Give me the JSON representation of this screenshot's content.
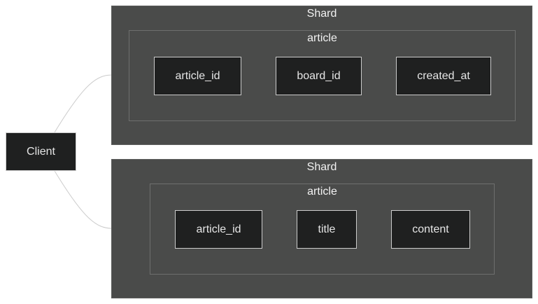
{
  "client": {
    "label": "Client"
  },
  "shards": [
    {
      "title": "Shard",
      "group": {
        "title": "article",
        "fields": [
          "article_id",
          "board_id",
          "created_at"
        ]
      }
    },
    {
      "title": "Shard",
      "group": {
        "title": "article",
        "fields": [
          "article_id",
          "title",
          "content"
        ]
      }
    }
  ],
  "colors": {
    "shard_bg": "#4a4b4a",
    "node_bg": "#1f2020",
    "node_border": "#cccccc",
    "edge": "#cccccc",
    "text": "#f2f2f2"
  }
}
